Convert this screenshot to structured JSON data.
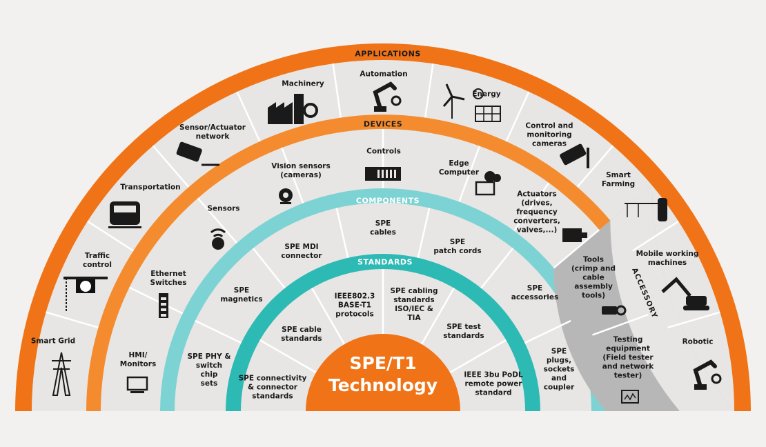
{
  "colors": {
    "orange": "#f07417",
    "light_orange": "#f48c2f",
    "light_teal": "#7dd3d3",
    "teal": "#2dbab5",
    "core": "#f07417",
    "segment_fill": "#e7e6e4",
    "accessory": "#b7b7b7",
    "divider": "#ffffff"
  },
  "bands": {
    "applications": "APPLICATIONS",
    "devices": "DEVICES",
    "components": "COMPONENTS",
    "standards": "STANDARDS",
    "accessory": "ACCESSORY"
  },
  "core_title": "SPE/T1\nTechnology",
  "applications": [
    {
      "label": "Smart Grid",
      "icon": "power-pylon-icon"
    },
    {
      "label": "Traffic\ncontrol",
      "icon": "traffic-sign-icon"
    },
    {
      "label": "Transportation",
      "icon": "train-icon"
    },
    {
      "label": "Sensor/Actuator\nnetwork",
      "icon": "sensor-module-icon"
    },
    {
      "label": "Machinery",
      "icon": "factory-icon"
    },
    {
      "label": "Automation",
      "icon": "robot-arm-icon"
    },
    {
      "label": "Energy",
      "icon": "wind-solar-icon"
    },
    {
      "label": "Control and\nmonitoring\ncameras",
      "icon": "security-camera-icon"
    },
    {
      "label": "Smart\nFarming",
      "icon": "irrigation-icon"
    },
    {
      "label": "Mobile working\nmachines",
      "icon": "excavator-icon"
    },
    {
      "label": "Robotic",
      "icon": "robot-arm-icon"
    }
  ],
  "devices": [
    {
      "label": "HMI/\nMonitors",
      "icon": "monitor-icon"
    },
    {
      "label": "Ethernet\nSwitches",
      "icon": "switch-icon"
    },
    {
      "label": "Sensors",
      "icon": "sensor-icon"
    },
    {
      "label": "Vision sensors\n(cameras)",
      "icon": "webcam-icon"
    },
    {
      "label": "Controls",
      "icon": "controller-icon"
    },
    {
      "label": "Edge\nComputer",
      "icon": "cloud-computer-icon"
    },
    {
      "label": "Actuators\n(drives,\nfrequency\nconverters,\nvalves,...)",
      "icon": "motor-icon"
    }
  ],
  "accessory_items": [
    {
      "label": "Tools\n(crimp and\ncable\nassembly\ntools)",
      "icon": "crimp-tool-icon"
    },
    {
      "label": "Testing\nequipment\n(Field tester\nand network\ntester)",
      "icon": "tester-icon"
    }
  ],
  "components": [
    "SPE PHY &\nswitch\nchip\nsets",
    "SPE\nmagnetics",
    "SPE MDI\nconnector",
    "SPE\ncables",
    "SPE\npatch cords",
    "SPE\naccessories",
    "SPE\nplugs,\nsockets\nand\ncoupler"
  ],
  "standards": [
    "SPE connectivity\n& connector\nstandards",
    "SPE cable\nstandards",
    "IEEE802.3\nBASE-T1\nprotocols",
    "SPE cabling\nstandards\nISO/IEC &\nTIA",
    "SPE test\nstandards",
    "IEEE 3bu PoDL\nremote power\nstandard"
  ]
}
